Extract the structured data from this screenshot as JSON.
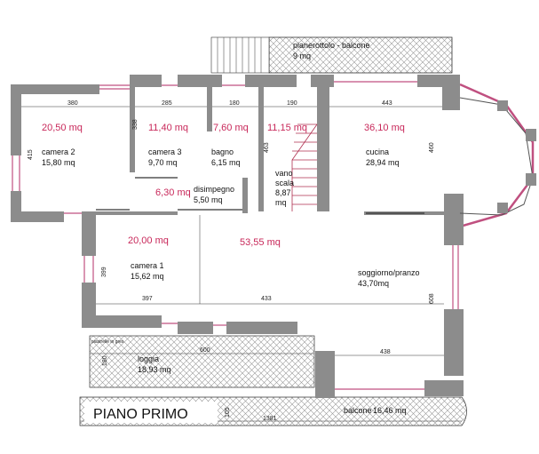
{
  "title": "PIANO PRIMO",
  "colors": {
    "wall": "#8c8c8c",
    "area_label": "#c8285a",
    "window": "#d05080"
  },
  "rooms": [
    {
      "key": "camera2",
      "name": "camera 2",
      "size": "15,80 mq",
      "area": "20,50 mq"
    },
    {
      "key": "camera3",
      "name": "camera 3",
      "size": "9,70 mq",
      "area": "11,40 mq"
    },
    {
      "key": "bagno",
      "name": "bagno",
      "size": "6,15 mq",
      "area": "7,60 mq"
    },
    {
      "key": "vano_scala",
      "name_line1": "vano",
      "name_line2": "scala",
      "size": "8,87",
      "size_line2": "mq",
      "area": "11,15 mq"
    },
    {
      "key": "cucina",
      "name": "cucina",
      "size": "28,94 mq",
      "area": "36,10 mq"
    },
    {
      "key": "disimpegno",
      "name": "disimpegno",
      "size": "5,50 mq",
      "area": "6,30 mq"
    },
    {
      "key": "camera1",
      "name": "camera 1",
      "size": "15,62 mq",
      "area": "20,00 mq"
    },
    {
      "key": "soggiorno",
      "name": "soggiorno/pranzo",
      "size": "43,70mq",
      "area": "53,55 mq"
    },
    {
      "key": "loggia",
      "name": "loggia",
      "size": "18,93 mq"
    },
    {
      "key": "balcone",
      "name": "balcone",
      "size": "16,46 mq"
    },
    {
      "key": "pianerottolo",
      "name": "pianerottolo - balcone",
      "size": "9 mq"
    }
  ],
  "dimensions": {
    "d380": "380",
    "d285": "285",
    "d180": "180",
    "d190": "190",
    "d443": "443",
    "d338": "338",
    "d415": "415",
    "d463": "463",
    "d460": "460",
    "d399": "399",
    "d397": "397",
    "d433": "433",
    "d608": "608",
    "d600": "600",
    "d438": "438",
    "d180b": "180",
    "d105": "105",
    "d1381": "1381"
  },
  "note_piastrelle": "piastrelle in gres"
}
